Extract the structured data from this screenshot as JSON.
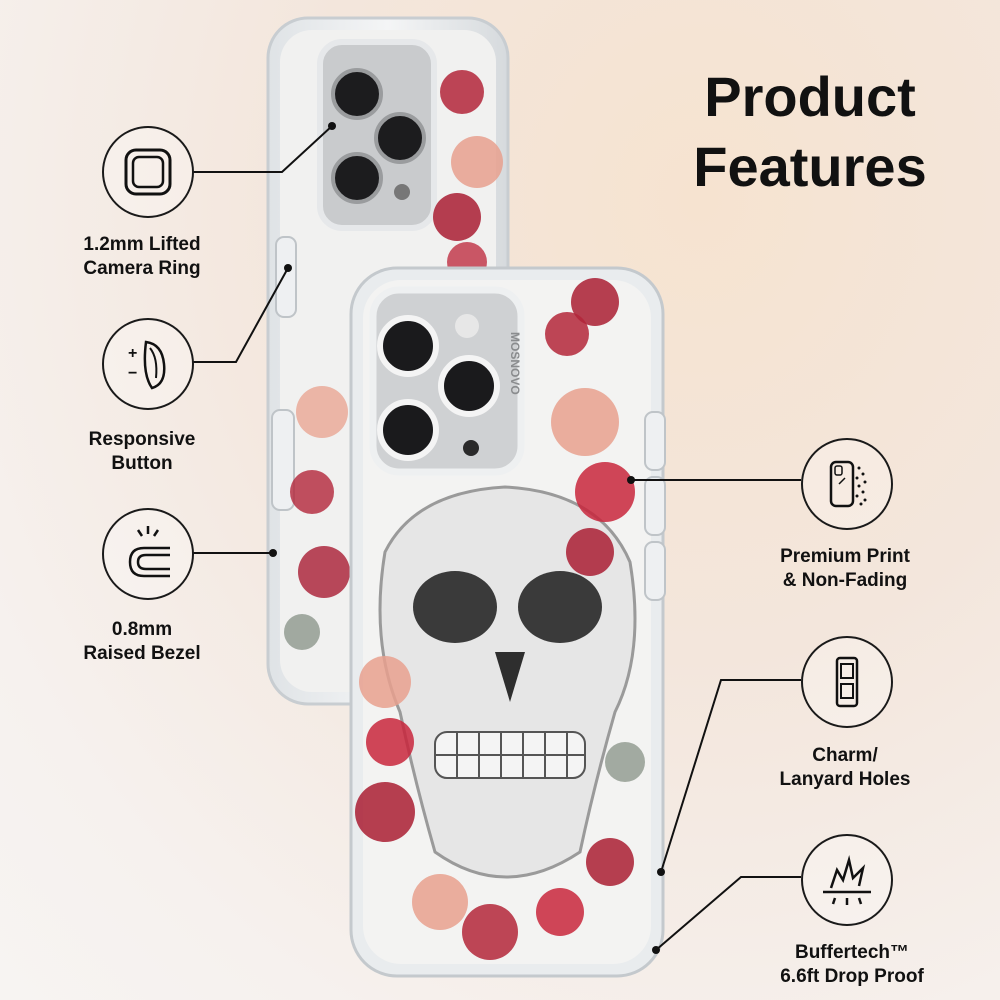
{
  "title": {
    "line1": "Product",
    "line2": "Features"
  },
  "features": [
    {
      "line1": "1.2mm Lifted",
      "line2": "Camera Ring",
      "icon": "camera-ring-icon"
    },
    {
      "line1": "Responsive",
      "line2": "Button",
      "icon": "button-icon"
    },
    {
      "line1": "0.8mm",
      "line2": "Raised Bezel",
      "icon": "bezel-icon"
    },
    {
      "line1": "Premium Print",
      "line2": "& Non-Fading",
      "icon": "print-icon"
    },
    {
      "line1": "Charm/",
      "line2": "Lanyard Holes",
      "icon": "lanyard-icon"
    },
    {
      "line1": "Buffertech™",
      "line2": "6.6ft Drop Proof",
      "icon": "drop-proof-icon"
    }
  ],
  "brand": "MOSNOVO",
  "colors": {
    "text": "#111111",
    "accent_rose": "#b3263a",
    "accent_pink": "#e8a08e",
    "case_clear": "#eef0f2"
  }
}
